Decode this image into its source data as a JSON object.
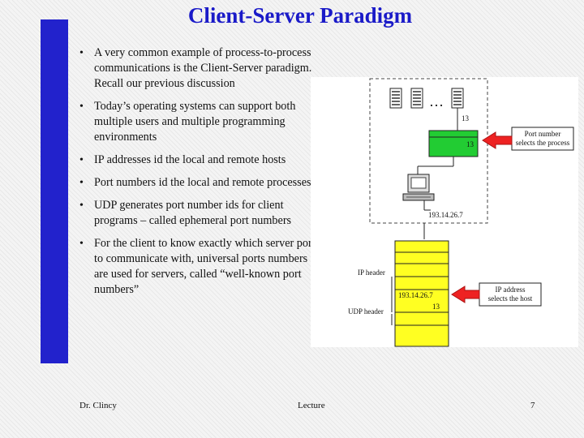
{
  "slide": {
    "title": "Client-Server Paradigm",
    "accent_color": "#2222cc",
    "title_color": "#1a1ac8"
  },
  "bullets": [
    {
      "text": "A very common example of process-to-process communications is the Client-Server paradigm.  Recall our previous discussion"
    },
    {
      "text": "Today’s operating systems can support both multiple users and multiple programming environments"
    },
    {
      "text": "IP addresses id the local and remote hosts"
    },
    {
      "text": "Port numbers id the local and remote processes"
    },
    {
      "text": "UDP generates port number ids for client programs – called ephemeral port numbers"
    },
    {
      "text": "For the client to know exactly which server port to communicate with, universal ports numbers are used for servers, called “well-known port numbers”"
    }
  ],
  "bullet_glyph": "•",
  "diagram": {
    "ellipsis": "…",
    "port_top": "13",
    "port_box": "13",
    "port_callout": [
      "Port number",
      "selects the process"
    ],
    "host_address": "193.14.26.7",
    "ip_header_label": "IP header",
    "udp_header_label": "UDP  header",
    "packet_ip": "193.14.26.7",
    "packet_port": "13",
    "ip_callout": [
      "IP address",
      "selects the host"
    ],
    "colors": {
      "green": "#22cc33",
      "yellow": "#ffff22",
      "arrow": "#ee2222"
    }
  },
  "footer": {
    "author": "Dr. Clincy",
    "center": "Lecture",
    "page": "7"
  }
}
